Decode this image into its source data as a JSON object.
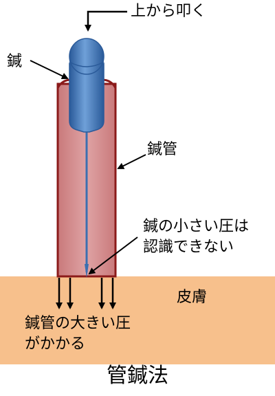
{
  "labels": {
    "tap_from_top": "上から叩く",
    "needle": "鍼",
    "guide_tube": "鍼管",
    "small_pressure_line1": "鍼の小さい圧は",
    "small_pressure_line2": "認識できない",
    "skin": "皮膚",
    "large_pressure_line1": "鍼管の大きい圧",
    "large_pressure_line2": "がかかる",
    "title": "管鍼法"
  },
  "colors": {
    "skin": "#F7C08C",
    "tube_fill": "#D99596",
    "tube_outline": "#8B1A1A",
    "needle_handle": "#3F79C0",
    "needle_handle_light": "#6FA0D8",
    "needle_handle_dark": "#2A5A99",
    "needle_shaft": "#3B6FB0",
    "arrow": "#000000"
  },
  "icons": {
    "tap_arrow": "elbow-down-arrow-icon",
    "needle_pointer": "diagonal-arrow-icon",
    "tube_pointer": "diagonal-arrow-icon",
    "pressure_arrow": "down-arrow-icon"
  }
}
